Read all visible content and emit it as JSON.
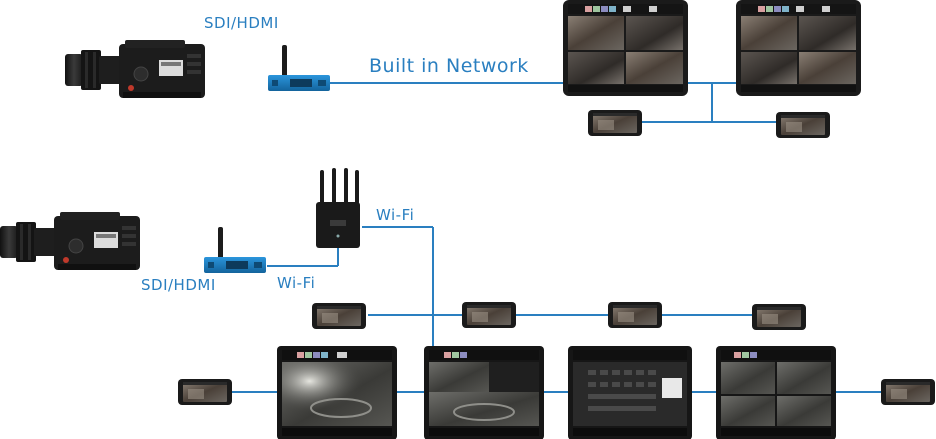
{
  "labels": {
    "sdi_hdmi_top": "SDI/HDMI",
    "built_in_network": "Built in Network",
    "sdi_hdmi_bottom": "SDI/HDMI",
    "wifi_router": "Wi-Fi",
    "wifi_link": "Wi-Fi"
  },
  "colors": {
    "link_line": "#2a7fc0",
    "label_text": "#2a7fc0",
    "transmitter_body": "#1b7fc4",
    "device_frame": "#1a1a1a",
    "camera_body": "#1c1c1c"
  },
  "icons": [
    "camera-icon",
    "transmitter-icon",
    "wifi-router-icon",
    "tablet-icon",
    "phone-icon"
  ]
}
